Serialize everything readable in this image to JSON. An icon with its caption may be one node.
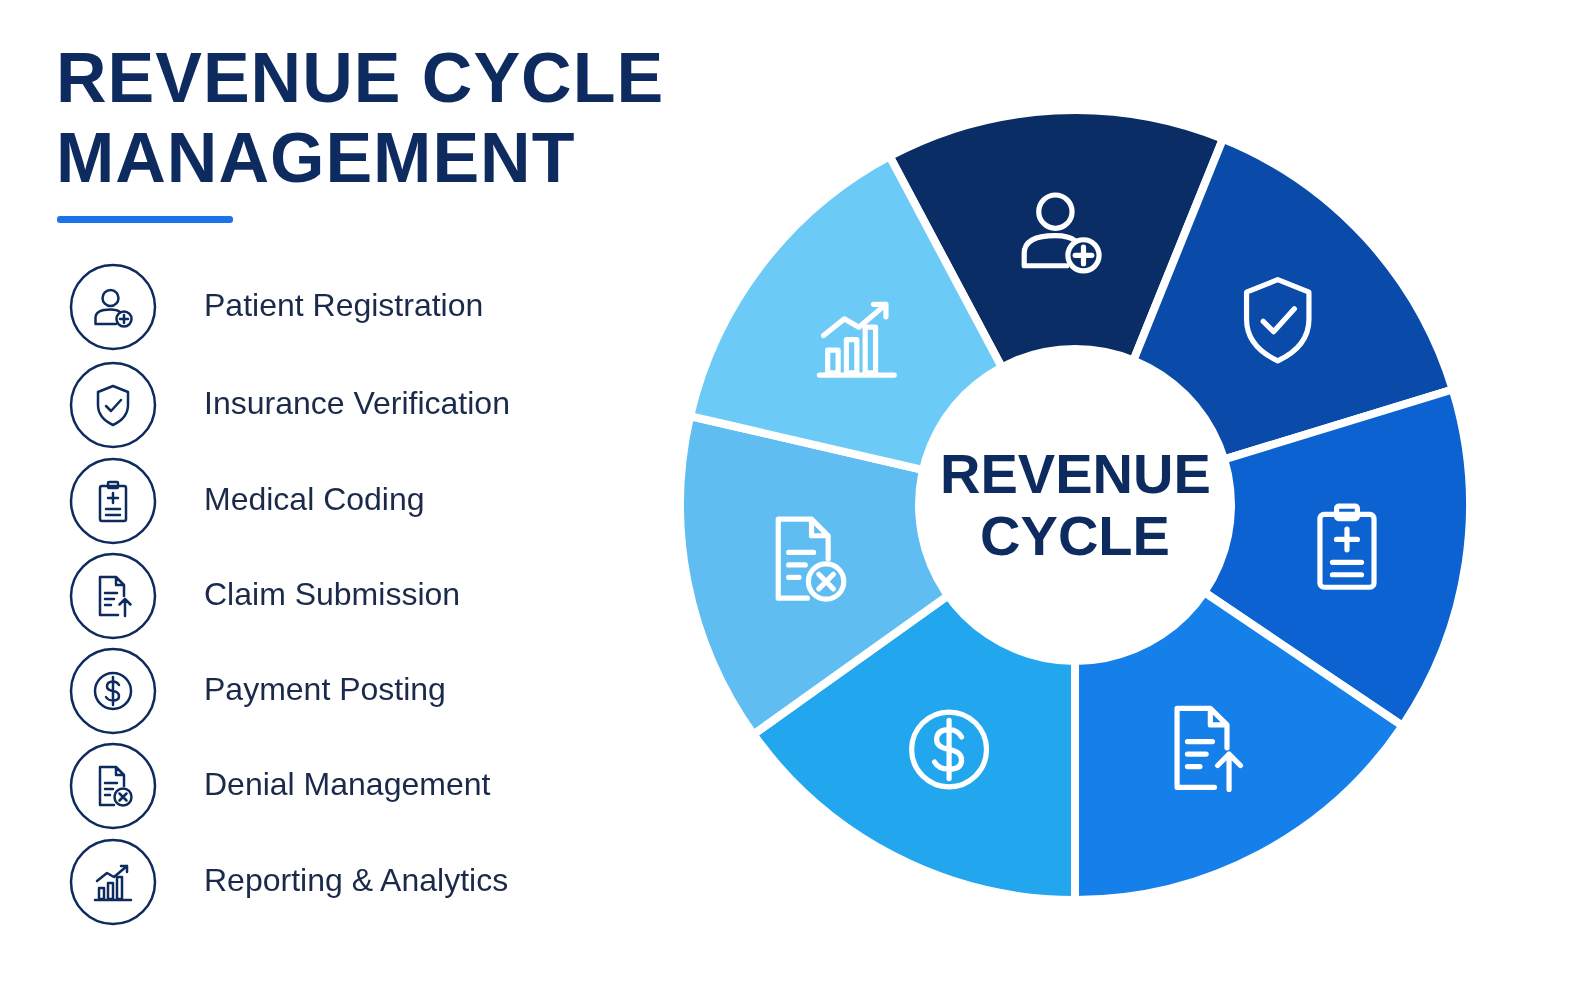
{
  "diagram": {
    "title": "REVENUE CYCLE MANAGEMENT",
    "nodes": [
      {
        "text": [
          "REVENUE CYCLE"
        ]
      }
    ],
    "labels": [
      "Patient Registration",
      "Insurance Verification",
      "Medical Coding",
      "Claim Submission",
      "Payment Posting",
      "Denial Management",
      "Reporting & Analytics"
    ]
  }
}
